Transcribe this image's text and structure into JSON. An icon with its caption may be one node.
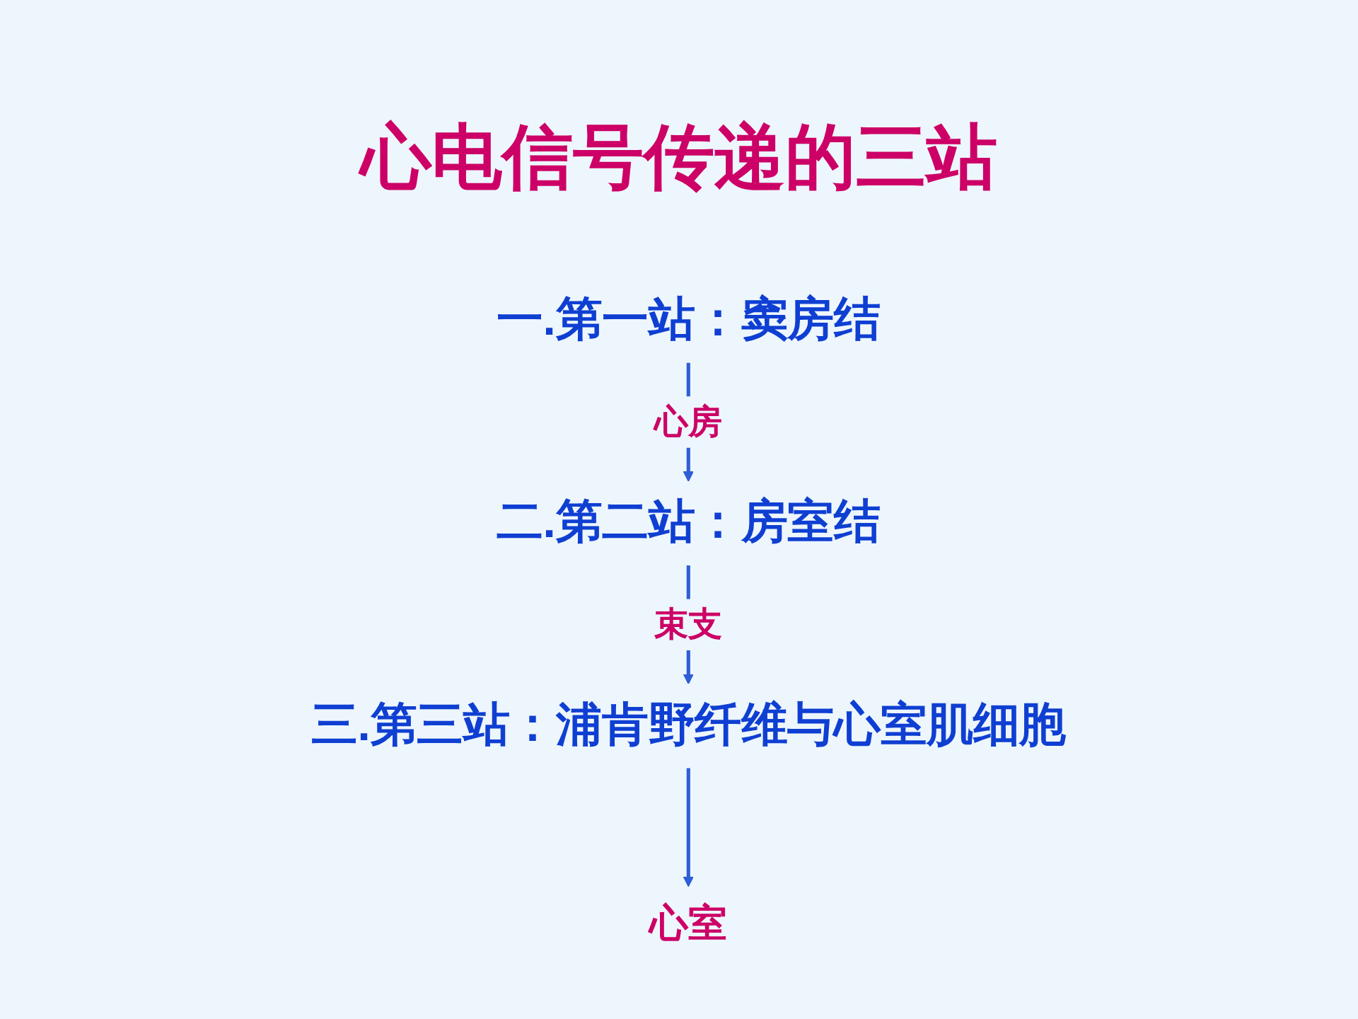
{
  "diagram": {
    "title": "心电信号传递的三站",
    "nodes": [
      {
        "text": [
          "一.第一站：窦房结"
        ]
      },
      {
        "text": [
          "二.第二站：房室结"
        ]
      },
      {
        "text": [
          "三.第三站：浦肯野纤维与心室肌细胞"
        ]
      },
      {
        "text": [
          "心室"
        ]
      }
    ],
    "edges": [
      {
        "from": 0,
        "to": 1,
        "arrow": "to",
        "label": "心房"
      },
      {
        "from": 1,
        "to": 2,
        "arrow": "to",
        "label": "束支"
      },
      {
        "from": 2,
        "to": 3,
        "arrow": "to"
      }
    ]
  }
}
